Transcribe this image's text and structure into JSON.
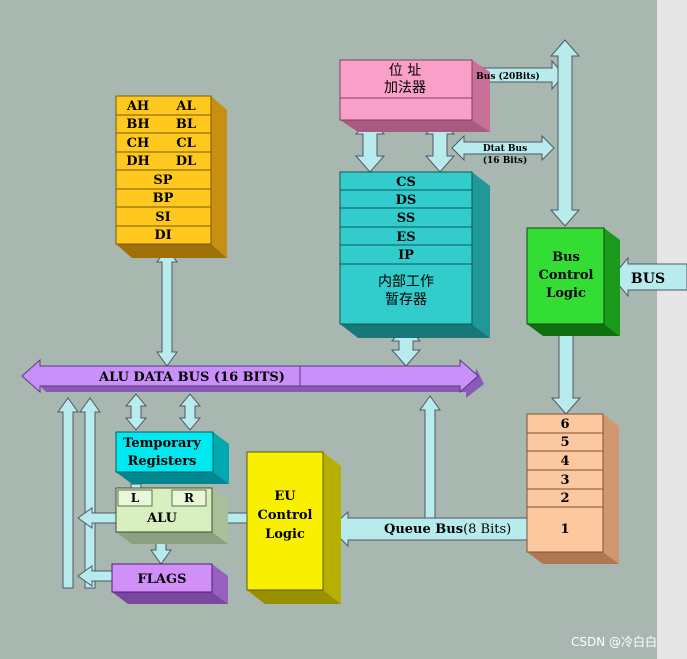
{
  "colors": {
    "background": "#a8b8b0",
    "page_strip": "#e6e6e6",
    "register_file": "#ffc81e",
    "address_adder": "#f8a0c8",
    "segment_registers": "#33cccc",
    "bus_control": "#33dd33",
    "queue": "#fcc8a0",
    "alu_bus": "#c890f8",
    "temporary_registers": "#00e8f0",
    "alu": "#d8f0c0",
    "flags": "#d090f8",
    "eu_control": "#f8f000",
    "bus_arrows": "#b8ecec"
  },
  "general_registers": {
    "rows": [
      {
        "left": "AH",
        "right": "AL"
      },
      {
        "left": "BH",
        "right": "BL"
      },
      {
        "left": "CH",
        "right": "CL"
      },
      {
        "left": "DH",
        "right": "DL"
      }
    ],
    "pointer_rows": [
      "SP",
      "BP",
      "SI",
      "DI"
    ]
  },
  "address_adder": {
    "line1": "位  址",
    "line2": "加法器"
  },
  "segment_registers": {
    "rows": [
      "CS",
      "DS",
      "SS",
      "ES",
      "IP"
    ],
    "internal_label_line1": "内部工作",
    "internal_label_line2": "暂存器"
  },
  "bus_labels": {
    "address_bus": "Bus (20Bits)",
    "data_bus_line1": "Dtat Bus",
    "data_bus_line2": "(16 Bits)",
    "external_bus": "BUS",
    "alu_data_bus": "ALU DATA BUS (16 BITS)",
    "queue_bus_bold": "Queue  Bus",
    "queue_bus_plain": "(8 Bits)"
  },
  "bus_control": {
    "line1": "Bus",
    "line2": "Control",
    "line3": "Logic"
  },
  "queue": {
    "slots": [
      "6",
      "5",
      "4",
      "3",
      "2",
      "1"
    ]
  },
  "temporary_registers": {
    "line1": "Temporary",
    "line2": "Registers"
  },
  "alu": {
    "label": "ALU",
    "left_input": "L",
    "right_input": "R"
  },
  "flags": {
    "label": "FLAGS"
  },
  "eu_control": {
    "line1": "EU",
    "line2": "Control",
    "line3": "Logic"
  },
  "watermark": "CSDN @冷白白"
}
